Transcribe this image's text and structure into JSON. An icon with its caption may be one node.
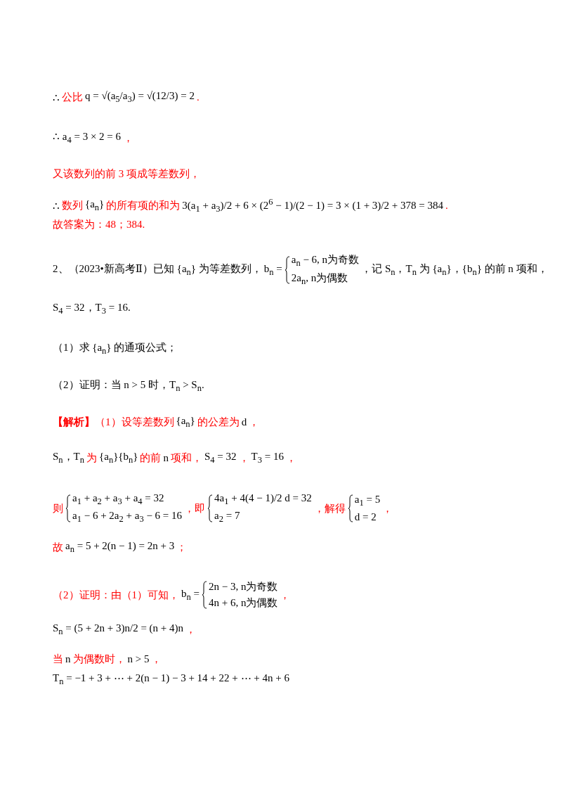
{
  "diagram": {
    "labels": [
      "∴",
      "公比",
      "q = √(a$_{5}$/a$_{3}$) = √(12/3) = 2",
      ".",
      "∴ a$_{4}$ = 3 × 2 = 6",
      "，",
      "又该数列的前 3 项成等差数列，",
      "∴",
      "数列",
      "{a$_{n}$}",
      "的所有项的和为",
      "3(a$_{1}$ + a$_{3}$)/2 + 6 × (2$^{6}$ − 1)/(2 − 1) = 3 × (1 + 3)/2 + 378 = 384",
      ".",
      "故答案为：48；384.",
      "2、（2023•新高考Ⅱ）已知 {a$_{n}$} 为等差数列，",
      "b$_{n}$ =",
      "a$_{n}$ − 6, n为奇数",
      "2a$_{n}$, n为偶数",
      "，记 S$_{n}$，T$_{n}$ 为 {a$_{n}$}，{b$_{n}$} 的前 n 项和，",
      "S$_{4}$ = 32，T$_{3}$ = 16.",
      "（1）求 {a$_{n}$} 的通项公式；",
      "（2）证明：当 n > 5 时，T$_{n}$ > S$_{n}$.",
      "**【解析】**（1）设等差数列",
      "{a$_{n}$}",
      "的公差为",
      "d",
      "，",
      "S$_{n}$，T$_{n}$",
      "为",
      "{a$_{n}$}{b$_{n}$}",
      "的前",
      "n",
      "项和，",
      "S$_{4}$ = 32",
      "，",
      "T$_{3}$ = 16",
      "，",
      "则",
      "a$_{1}$ + a$_{2}$ + a$_{3}$ + a$_{4}$ = 32",
      "a$_{1}$ − 6 + 2a$_{2}$ + a$_{3}$ − 6 = 16",
      "，即",
      "4a$_{1}$ + 4(4 − 1)/2 d = 32",
      "a$_{2}$ = 7",
      "，解得",
      "a$_{1}$ = 5",
      "d = 2",
      "，",
      "故",
      "a$_{n}$ = 5 + 2(n − 1) = 2n + 3",
      "；",
      "（2）证明：由（1）可知，",
      "b$_{n}$ =",
      "2n − 3, n为奇数",
      "4n + 6, n为偶数",
      "，",
      "S$_{n}$ = (5 + 2n + 3)n/2 = (n + 4)n",
      "，",
      "当",
      "n",
      "为偶数时，",
      "n > 5",
      "，",
      "T$_{n}$ = −1 + 3 + ⋯ + 2(n − 1) − 3 + 14 + 22 + ⋯ + 4n + 6"
    ]
  }
}
